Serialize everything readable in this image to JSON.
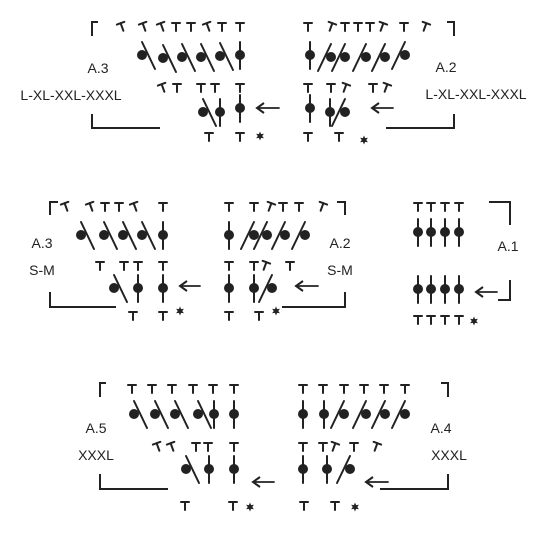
{
  "diagram": {
    "colors": {
      "ink": "#222222",
      "background": "#ffffff"
    },
    "symbols": {
      "stitch": "T",
      "stitch_slanted": "T",
      "stitch_with_dot": "●",
      "direction": "arrow-left-icon",
      "start": "star-icon"
    },
    "charts": [
      {
        "id": "A.3",
        "label": "A.3",
        "size": "L-XL-XXL-XXXL"
      },
      {
        "id": "A.2",
        "label": "A.2",
        "size": "L-XL-XXL-XXXL"
      },
      {
        "id": "A.3",
        "label": "A.3",
        "size": "S-M"
      },
      {
        "id": "A.2",
        "label": "A.2",
        "size": "S-M"
      },
      {
        "id": "A.1",
        "label": "A.1",
        "size": ""
      },
      {
        "id": "A.5",
        "label": "A.5",
        "size": "XXXL"
      },
      {
        "id": "A.4",
        "label": "A.4",
        "size": "XXXL"
      }
    ]
  }
}
